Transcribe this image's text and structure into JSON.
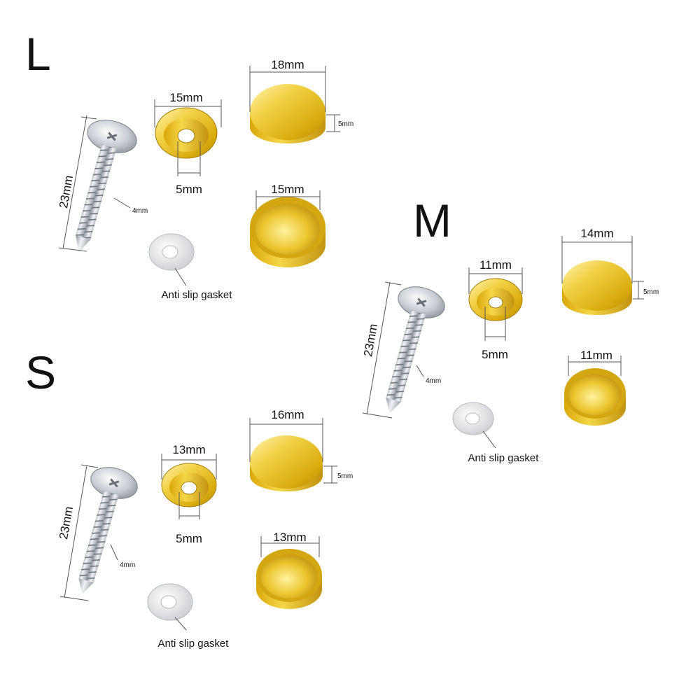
{
  "colors": {
    "gold": "#e8c32a",
    "gold_dark": "#b78e08",
    "steel": "#c9ccd1"
  },
  "sets": {
    "L": {
      "size_label": "L",
      "screw_length": "23mm",
      "screw_thread": "4mm",
      "base_diameter": "15mm",
      "base_hole": "5mm",
      "cap_diameter": "18mm",
      "cap_height": "5mm",
      "cap_inner_diameter": "15mm",
      "gasket_label": "Anti slip gasket"
    },
    "M": {
      "size_label": "M",
      "screw_length": "23mm",
      "screw_thread": "4mm",
      "base_diameter": "11mm",
      "base_hole": "5mm",
      "cap_diameter": "14mm",
      "cap_height": "5mm",
      "cap_inner_diameter": "11mm",
      "gasket_label": "Anti slip gasket"
    },
    "S": {
      "size_label": "S",
      "screw_length": "23mm",
      "screw_thread": "4mm",
      "base_diameter": "13mm",
      "base_hole": "5mm",
      "cap_diameter": "16mm",
      "cap_height": "5mm",
      "cap_inner_diameter": "13mm",
      "gasket_label": "Anti slip gasket"
    }
  }
}
